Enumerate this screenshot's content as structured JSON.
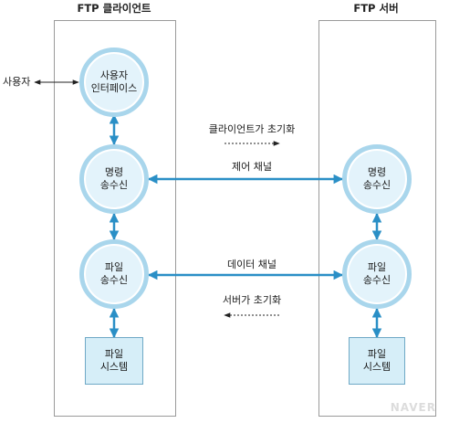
{
  "client": {
    "title": "FTP 클라이언트",
    "ui_line1": "사용자",
    "ui_line2": "인터페이스",
    "cmd_line1": "명령",
    "cmd_line2": "송수신",
    "file_line1": "파일",
    "file_line2": "송수신",
    "fs_line1": "파일",
    "fs_line2": "시스템"
  },
  "server": {
    "title": "FTP 서버",
    "cmd_line1": "명령",
    "cmd_line2": "송수신",
    "file_line1": "파일",
    "file_line2": "송수신",
    "fs_line1": "파일",
    "fs_line2": "시스템"
  },
  "user_label": "사용자",
  "links": {
    "client_init": "클라이언트가 초기화",
    "control_channel": "제어 채널",
    "data_channel": "데이터 채널",
    "server_init": "서버가 초기화"
  },
  "watermark": "NAVER",
  "colors": {
    "arrow": "#2a8fc6",
    "node_fill": "#e3f3fb",
    "node_ring": "#a9d6ec",
    "box_fill": "#d6eef8",
    "panel_border": "#9a9a9a"
  }
}
